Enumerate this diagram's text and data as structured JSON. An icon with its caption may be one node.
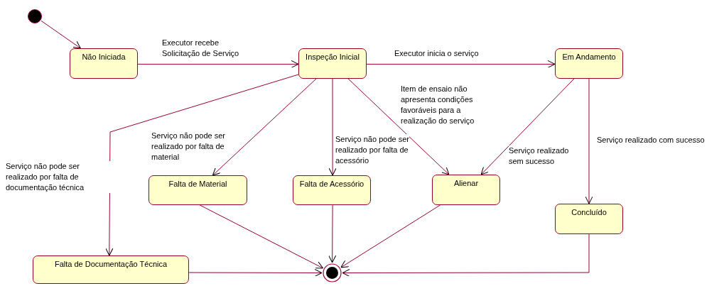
{
  "diagram": {
    "nodes": [
      {
        "text": [],
        "shape": "circle"
      },
      {
        "text": [
          "Não Iniciada"
        ]
      },
      {
        "text": [
          "Inspeção Inicial"
        ]
      },
      {
        "text": [
          "Em Andamento"
        ]
      },
      {
        "text": [
          "Falta de Material"
        ]
      },
      {
        "text": [
          "Falta de Acessório"
        ]
      },
      {
        "text": [
          "Alienar"
        ]
      },
      {
        "text": [
          "Concluído"
        ]
      },
      {
        "text": [
          "Falta de Documentação Técnica"
        ]
      },
      {
        "text": [],
        "shape": "circle"
      }
    ],
    "edges": [
      {
        "from": 0,
        "to": 1,
        "arrow": "to"
      },
      {
        "from": 1,
        "to": 2,
        "arrow": "to",
        "label": "Executor recebe Solicitação de Serviço"
      },
      {
        "from": 2,
        "to": 3,
        "arrow": "to",
        "label": "Executor inicia o serviço"
      },
      {
        "from": 2,
        "to": 8,
        "arrow": "to",
        "label": "Serviço não pode ser realizado por falta de documentação técnica"
      },
      {
        "from": 2,
        "to": 4,
        "arrow": "to",
        "label": "Serviço não pode ser realizado por falta de material"
      },
      {
        "from": 2,
        "to": 5,
        "arrow": "to",
        "label": "Serviço não pode ser realizado por falta de acessório"
      },
      {
        "from": 2,
        "to": 6,
        "arrow": "to",
        "label": "Item de ensaio não apresenta condições favoráveis para a realização do serviço"
      },
      {
        "from": 3,
        "to": 6,
        "arrow": "to",
        "label": "Serviço realizado sem sucesso"
      },
      {
        "from": 3,
        "to": 7,
        "arrow": "to",
        "label": "Serviço realizado com sucesso"
      },
      {
        "from": 4,
        "to": 9,
        "arrow": "to"
      },
      {
        "from": 5,
        "to": 9,
        "arrow": "to"
      },
      {
        "from": 6,
        "to": 9,
        "arrow": "to"
      },
      {
        "from": 8,
        "to": 9,
        "arrow": "to"
      },
      {
        "from": 7,
        "to": 9,
        "arrow": "to"
      }
    ]
  }
}
